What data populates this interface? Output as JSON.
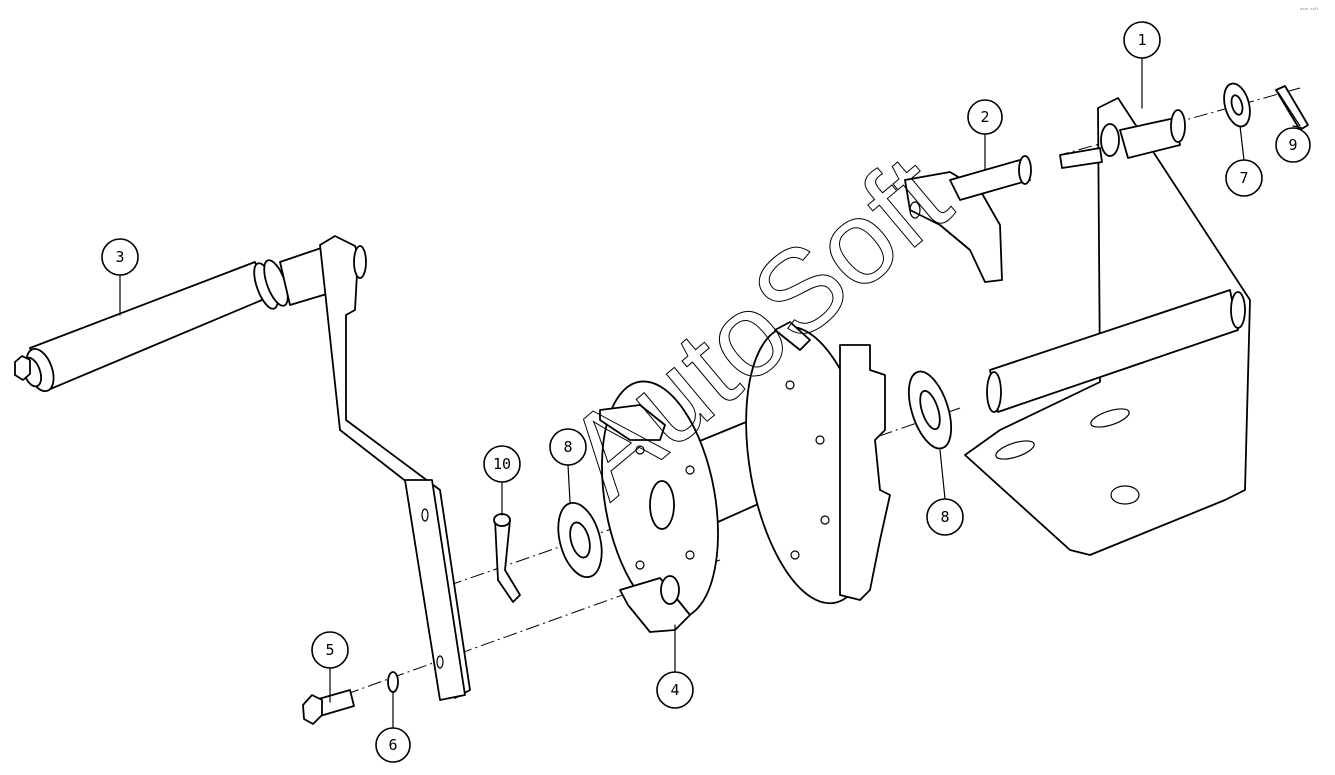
{
  "watermark": "AutoSoft",
  "corner_stamp": "ᵃˢᵐ ˢᵒᶠᵗ",
  "callouts": [
    {
      "label": "1"
    },
    {
      "label": "2"
    },
    {
      "label": "3"
    },
    {
      "label": "4"
    },
    {
      "label": "5"
    },
    {
      "label": "6"
    },
    {
      "label": "7"
    },
    {
      "label": "8"
    },
    {
      "label": "8"
    },
    {
      "label": "9"
    },
    {
      "label": "10"
    }
  ]
}
